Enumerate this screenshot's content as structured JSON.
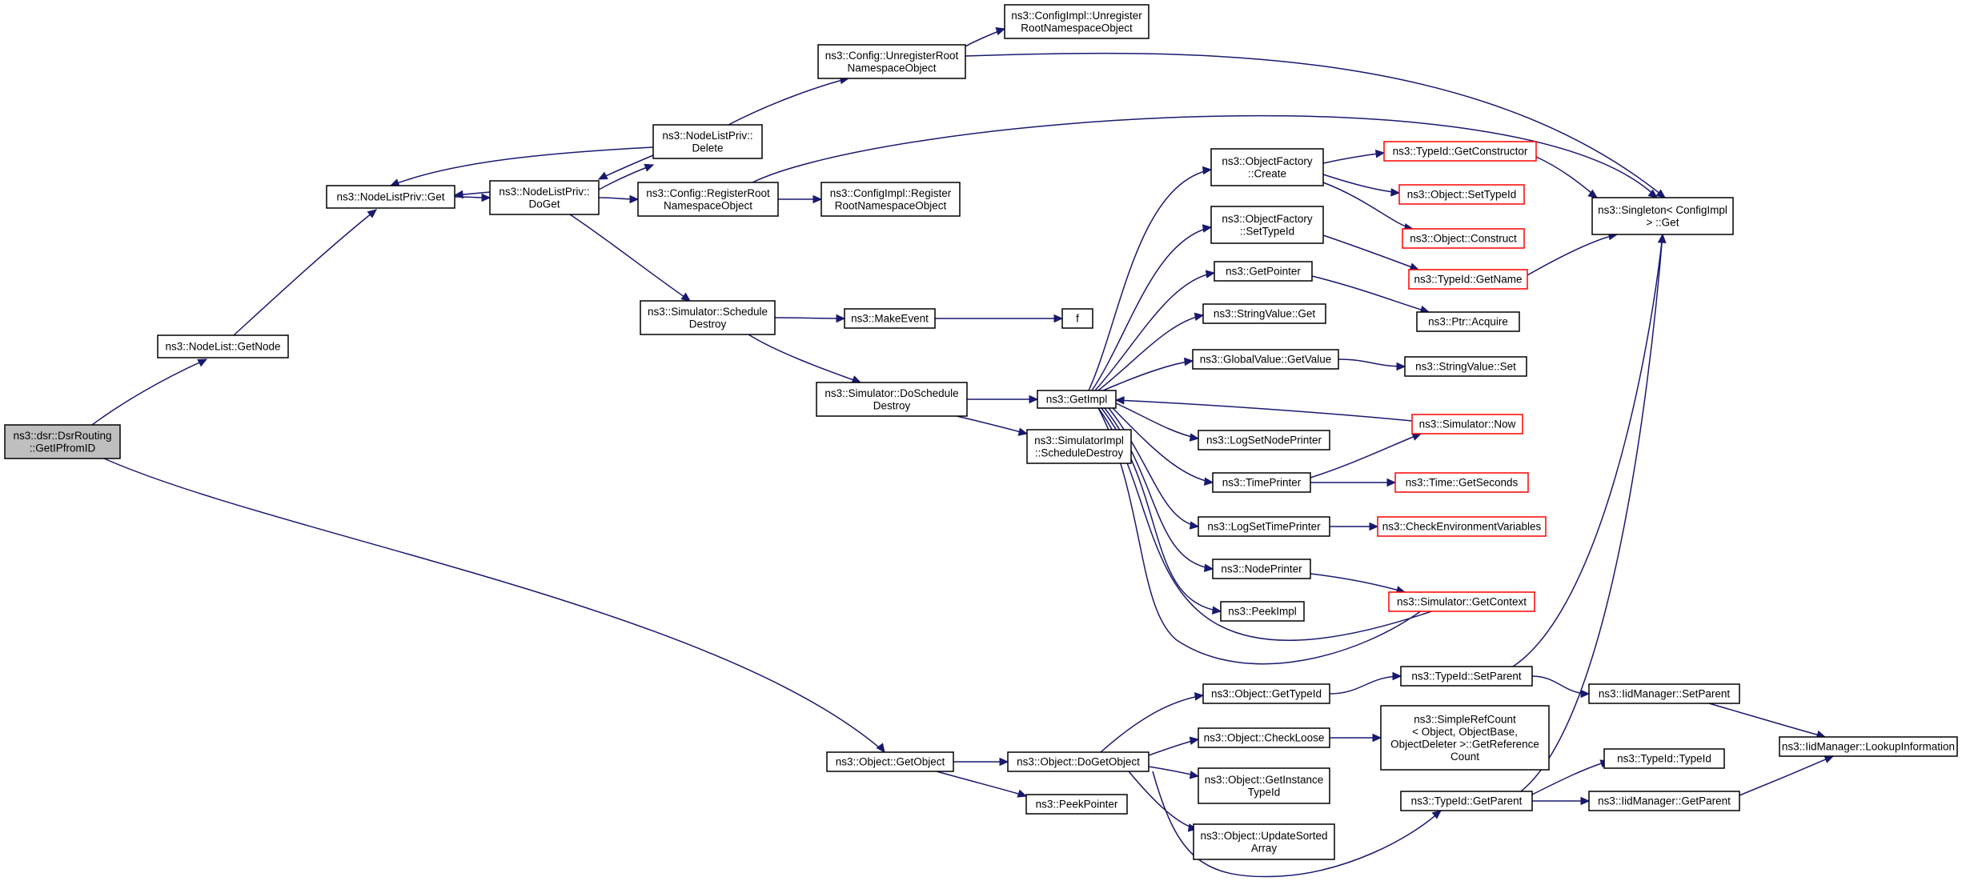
{
  "diagram": {
    "colors": {
      "edge": "#191970",
      "root_fill": "#bfbfbf",
      "node_fill": "#ffffff",
      "node_border": "#000000",
      "truncated_border": "#ff0000"
    },
    "nodes": [
      {
        "id": "dsr",
        "lines": [
          "ns3::dsr::DsrRouting",
          "::GetIPfromID"
        ],
        "style": "root"
      },
      {
        "id": "getnode",
        "lines": [
          "ns3::NodeList::GetNode"
        ],
        "style": "normal"
      },
      {
        "id": "nlpget",
        "lines": [
          "ns3::NodeListPriv::Get"
        ],
        "style": "normal"
      },
      {
        "id": "nlpdoget",
        "lines": [
          "ns3::NodeListPriv::",
          "DoGet"
        ],
        "style": "normal"
      },
      {
        "id": "nlpdelete",
        "lines": [
          "ns3::NodeListPriv::",
          "Delete"
        ],
        "style": "normal"
      },
      {
        "id": "cfgunreg",
        "lines": [
          "ns3::Config::UnregisterRoot",
          "NamespaceObject"
        ],
        "style": "normal"
      },
      {
        "id": "cfgimplunreg",
        "lines": [
          "ns3::ConfigImpl::Unregister",
          "RootNamespaceObject"
        ],
        "style": "normal"
      },
      {
        "id": "cfgreg",
        "lines": [
          "ns3::Config::RegisterRoot",
          "NamespaceObject"
        ],
        "style": "normal"
      },
      {
        "id": "cfgimplreg",
        "lines": [
          "ns3::ConfigImpl::Register",
          "RootNamespaceObject"
        ],
        "style": "normal"
      },
      {
        "id": "schedDestroy",
        "lines": [
          "ns3::Simulator::Schedule",
          "Destroy"
        ],
        "style": "normal"
      },
      {
        "id": "makeEvent",
        "lines": [
          "ns3::MakeEvent"
        ],
        "style": "normal"
      },
      {
        "id": "f",
        "lines": [
          "f"
        ],
        "style": "normal"
      },
      {
        "id": "doSchedDestroy",
        "lines": [
          "ns3::Simulator::DoSchedule",
          "Destroy"
        ],
        "style": "normal"
      },
      {
        "id": "getImpl",
        "lines": [
          "ns3::GetImpl"
        ],
        "style": "normal"
      },
      {
        "id": "simImplSched",
        "lines": [
          "ns3::SimulatorImpl",
          "::ScheduleDestroy"
        ],
        "style": "normal"
      },
      {
        "id": "ofCreate",
        "lines": [
          "ns3::ObjectFactory",
          "::Create"
        ],
        "style": "normal"
      },
      {
        "id": "ofSetTypeId",
        "lines": [
          "ns3::ObjectFactory",
          "::SetTypeId"
        ],
        "style": "normal"
      },
      {
        "id": "getPointer",
        "lines": [
          "ns3::GetPointer"
        ],
        "style": "normal"
      },
      {
        "id": "stringValueGet",
        "lines": [
          "ns3::StringValue::Get"
        ],
        "style": "normal"
      },
      {
        "id": "globalGetValue",
        "lines": [
          "ns3::GlobalValue::GetValue"
        ],
        "style": "normal"
      },
      {
        "id": "logSetNodePrinter",
        "lines": [
          "ns3::LogSetNodePrinter"
        ],
        "style": "normal"
      },
      {
        "id": "timePrinter",
        "lines": [
          "ns3::TimePrinter"
        ],
        "style": "normal"
      },
      {
        "id": "logSetTimePrinter",
        "lines": [
          "ns3::LogSetTimePrinter"
        ],
        "style": "normal"
      },
      {
        "id": "nodePrinter",
        "lines": [
          "ns3::NodePrinter"
        ],
        "style": "normal"
      },
      {
        "id": "peekImpl",
        "lines": [
          "ns3::PeekImpl"
        ],
        "style": "normal"
      },
      {
        "id": "tidGetConstructor",
        "lines": [
          "ns3::TypeId::GetConstructor"
        ],
        "style": "truncated"
      },
      {
        "id": "objSetTypeId",
        "lines": [
          "ns3::Object::SetTypeId"
        ],
        "style": "truncated"
      },
      {
        "id": "objConstruct",
        "lines": [
          "ns3::Object::Construct"
        ],
        "style": "truncated"
      },
      {
        "id": "tidGetName",
        "lines": [
          "ns3::TypeId::GetName"
        ],
        "style": "truncated"
      },
      {
        "id": "ptrAcquire",
        "lines": [
          "ns3::Ptr::Acquire"
        ],
        "style": "normal"
      },
      {
        "id": "stringValueSet",
        "lines": [
          "ns3::StringValue::Set"
        ],
        "style": "normal"
      },
      {
        "id": "simNow",
        "lines": [
          "ns3::Simulator::Now"
        ],
        "style": "truncated"
      },
      {
        "id": "timeGetSeconds",
        "lines": [
          "ns3::Time::GetSeconds"
        ],
        "style": "truncated"
      },
      {
        "id": "checkEnv",
        "lines": [
          "ns3::CheckEnvironmentVariables"
        ],
        "style": "truncated"
      },
      {
        "id": "simGetContext",
        "lines": [
          "ns3::Simulator::GetContext"
        ],
        "style": "truncated"
      },
      {
        "id": "singletonGet",
        "lines": [
          "ns3::Singleton< ConfigImpl",
          "> ::Get"
        ],
        "style": "normal"
      },
      {
        "id": "objGetObject",
        "lines": [
          "ns3::Object::GetObject"
        ],
        "style": "normal"
      },
      {
        "id": "peekPointer",
        "lines": [
          "ns3::PeekPointer"
        ],
        "style": "normal"
      },
      {
        "id": "objDoGetObject",
        "lines": [
          "ns3::Object::DoGetObject"
        ],
        "style": "normal"
      },
      {
        "id": "objGetTypeId",
        "lines": [
          "ns3::Object::GetTypeId"
        ],
        "style": "normal"
      },
      {
        "id": "objCheckLoose",
        "lines": [
          "ns3::Object::CheckLoose"
        ],
        "style": "normal"
      },
      {
        "id": "objGetInstance",
        "lines": [
          "ns3::Object::GetInstance",
          "TypeId"
        ],
        "style": "normal"
      },
      {
        "id": "objUpdateSorted",
        "lines": [
          "ns3::Object::UpdateSorted",
          "Array"
        ],
        "style": "normal"
      },
      {
        "id": "tidSetParent",
        "lines": [
          "ns3::TypeId::SetParent"
        ],
        "style": "normal"
      },
      {
        "id": "simpleRefCount",
        "lines": [
          "ns3::SimpleRefCount",
          "< Object, ObjectBase,",
          "ObjectDeleter >::GetReference",
          "Count"
        ],
        "style": "normal"
      },
      {
        "id": "tidGetParent",
        "lines": [
          "ns3::TypeId::GetParent"
        ],
        "style": "normal"
      },
      {
        "id": "iidSetParent",
        "lines": [
          "ns3::IidManager::SetParent"
        ],
        "style": "normal"
      },
      {
        "id": "tidTypeId",
        "lines": [
          "ns3::TypeId::TypeId"
        ],
        "style": "normal"
      },
      {
        "id": "iidGetParent",
        "lines": [
          "ns3::IidManager::GetParent"
        ],
        "style": "normal"
      },
      {
        "id": "iidLookup",
        "lines": [
          "ns3::IidManager::LookupInformation"
        ],
        "style": "normal"
      }
    ],
    "edges": [
      [
        "dsr",
        "getnode"
      ],
      [
        "dsr",
        "objGetObject"
      ],
      [
        "getnode",
        "nlpget"
      ],
      [
        "nlpget",
        "nlpdoget"
      ],
      [
        "nlpdoget",
        "nlpget"
      ],
      [
        "nlpdoget",
        "nlpdelete"
      ],
      [
        "nlpdoget",
        "cfgreg"
      ],
      [
        "nlpdoget",
        "schedDestroy"
      ],
      [
        "nlpdelete",
        "nlpget"
      ],
      [
        "nlpdelete",
        "nlpdoget"
      ],
      [
        "nlpdelete",
        "cfgunreg"
      ],
      [
        "cfgunreg",
        "cfgimplunreg"
      ],
      [
        "cfgunreg",
        "singletonGet"
      ],
      [
        "cfgreg",
        "cfgimplreg"
      ],
      [
        "cfgreg",
        "singletonGet"
      ],
      [
        "schedDestroy",
        "makeEvent"
      ],
      [
        "schedDestroy",
        "doSchedDestroy"
      ],
      [
        "makeEvent",
        "f"
      ],
      [
        "doSchedDestroy",
        "getImpl"
      ],
      [
        "doSchedDestroy",
        "simImplSched"
      ],
      [
        "getImpl",
        "ofCreate"
      ],
      [
        "getImpl",
        "ofSetTypeId"
      ],
      [
        "getImpl",
        "getPointer"
      ],
      [
        "getImpl",
        "stringValueGet"
      ],
      [
        "getImpl",
        "globalGetValue"
      ],
      [
        "getImpl",
        "logSetNodePrinter"
      ],
      [
        "getImpl",
        "timePrinter"
      ],
      [
        "getImpl",
        "logSetTimePrinter"
      ],
      [
        "getImpl",
        "nodePrinter"
      ],
      [
        "getImpl",
        "peekImpl"
      ],
      [
        "getImpl",
        "getImpl"
      ],
      [
        "ofCreate",
        "tidGetConstructor"
      ],
      [
        "ofCreate",
        "objSetTypeId"
      ],
      [
        "ofCreate",
        "objConstruct"
      ],
      [
        "ofSetTypeId",
        "tidGetName"
      ],
      [
        "getPointer",
        "ptrAcquire"
      ],
      [
        "globalGetValue",
        "stringValueSet"
      ],
      [
        "simNow",
        "getImpl"
      ],
      [
        "timePrinter",
        "simNow"
      ],
      [
        "timePrinter",
        "timeGetSeconds"
      ],
      [
        "logSetTimePrinter",
        "checkEnv"
      ],
      [
        "nodePrinter",
        "simGetContext"
      ],
      [
        "tidGetConstructor",
        "singletonGet"
      ],
      [
        "tidGetName",
        "singletonGet"
      ],
      [
        "objGetObject",
        "objDoGetObject"
      ],
      [
        "objGetObject",
        "peekPointer"
      ],
      [
        "objDoGetObject",
        "objGetTypeId"
      ],
      [
        "objDoGetObject",
        "objCheckLoose"
      ],
      [
        "objDoGetObject",
        "objGetInstance"
      ],
      [
        "objDoGetObject",
        "objUpdateSorted"
      ],
      [
        "objDoGetObject",
        "tidGetParent"
      ],
      [
        "objGetTypeId",
        "tidSetParent"
      ],
      [
        "objCheckLoose",
        "simpleRefCount"
      ],
      [
        "tidSetParent",
        "iidSetParent"
      ],
      [
        "tidSetParent",
        "singletonGet"
      ],
      [
        "tidGetParent",
        "tidTypeId"
      ],
      [
        "tidGetParent",
        "iidGetParent"
      ],
      [
        "tidGetParent",
        "singletonGet"
      ],
      [
        "iidSetParent",
        "iidLookup"
      ],
      [
        "iidGetParent",
        "iidLookup"
      ]
    ]
  }
}
